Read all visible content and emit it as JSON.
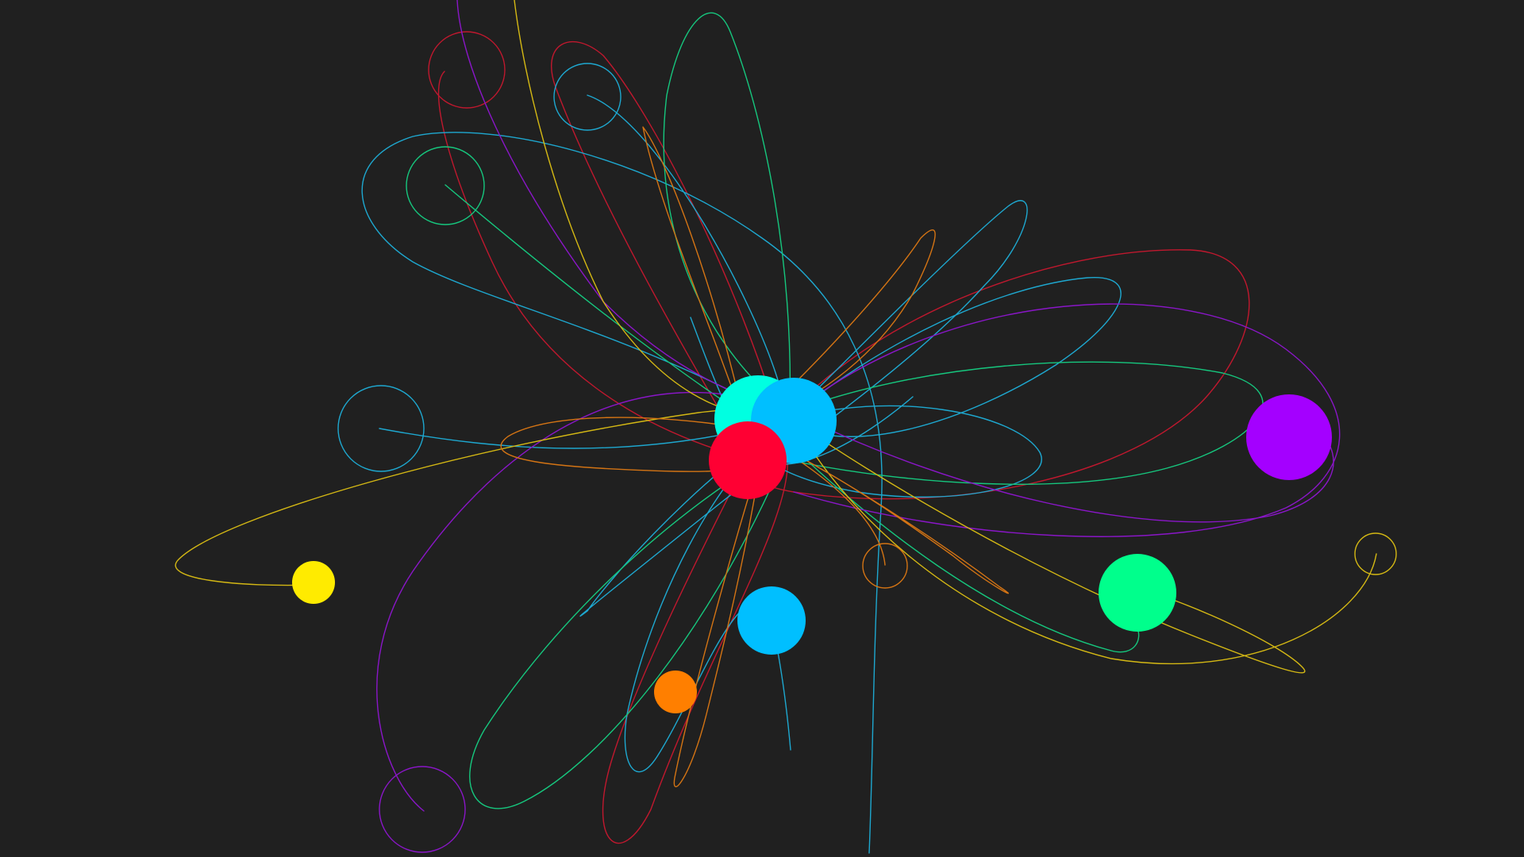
{
  "colors": {
    "background": "#202020",
    "red": "#ff0033",
    "crimson": "#c0182e",
    "sky": "#00bfff",
    "steel": "#1ea8d0",
    "cyan": "#00ffe1",
    "green": "#00ff8c",
    "teal": "#16c77e",
    "purple": "#a400ff",
    "violet": "#8a16c8",
    "yellow": "#ffeb00",
    "gold": "#d4b814",
    "orange": "#ff7f00",
    "amber": "#d47414"
  },
  "bodies": [
    {
      "id": "red",
      "color": "red",
      "trail_color": "crimson",
      "icon": "red-planet-icon"
    },
    {
      "id": "sky-center",
      "color": "sky",
      "trail_color": "steel",
      "icon": "blue-planet-icon"
    },
    {
      "id": "cyan",
      "color": "cyan",
      "trail_color": "teal",
      "icon": "cyan-planet-icon"
    },
    {
      "id": "green",
      "color": "green",
      "trail_color": "teal",
      "icon": "green-planet-icon"
    },
    {
      "id": "purple",
      "color": "purple",
      "trail_color": "violet",
      "icon": "purple-planet-icon"
    },
    {
      "id": "sky-lower",
      "color": "sky",
      "trail_color": "steel",
      "icon": "blue-moon-icon"
    },
    {
      "id": "yellow",
      "color": "yellow",
      "trail_color": "gold",
      "icon": "yellow-planet-icon"
    },
    {
      "id": "orange",
      "color": "orange",
      "trail_color": "amber",
      "icon": "orange-moon-icon"
    }
  ]
}
